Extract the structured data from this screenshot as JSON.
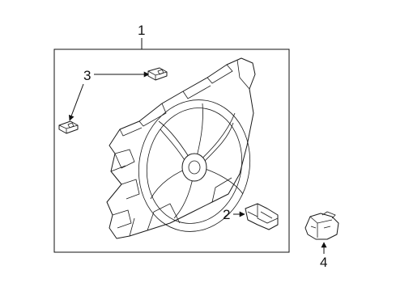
{
  "diagram": {
    "callouts": [
      {
        "id": "1",
        "label": "1"
      },
      {
        "id": "2",
        "label": "2"
      },
      {
        "id": "3",
        "label": "3"
      },
      {
        "id": "4",
        "label": "4"
      }
    ],
    "line_color": "#111111",
    "background": "#ffffff"
  }
}
